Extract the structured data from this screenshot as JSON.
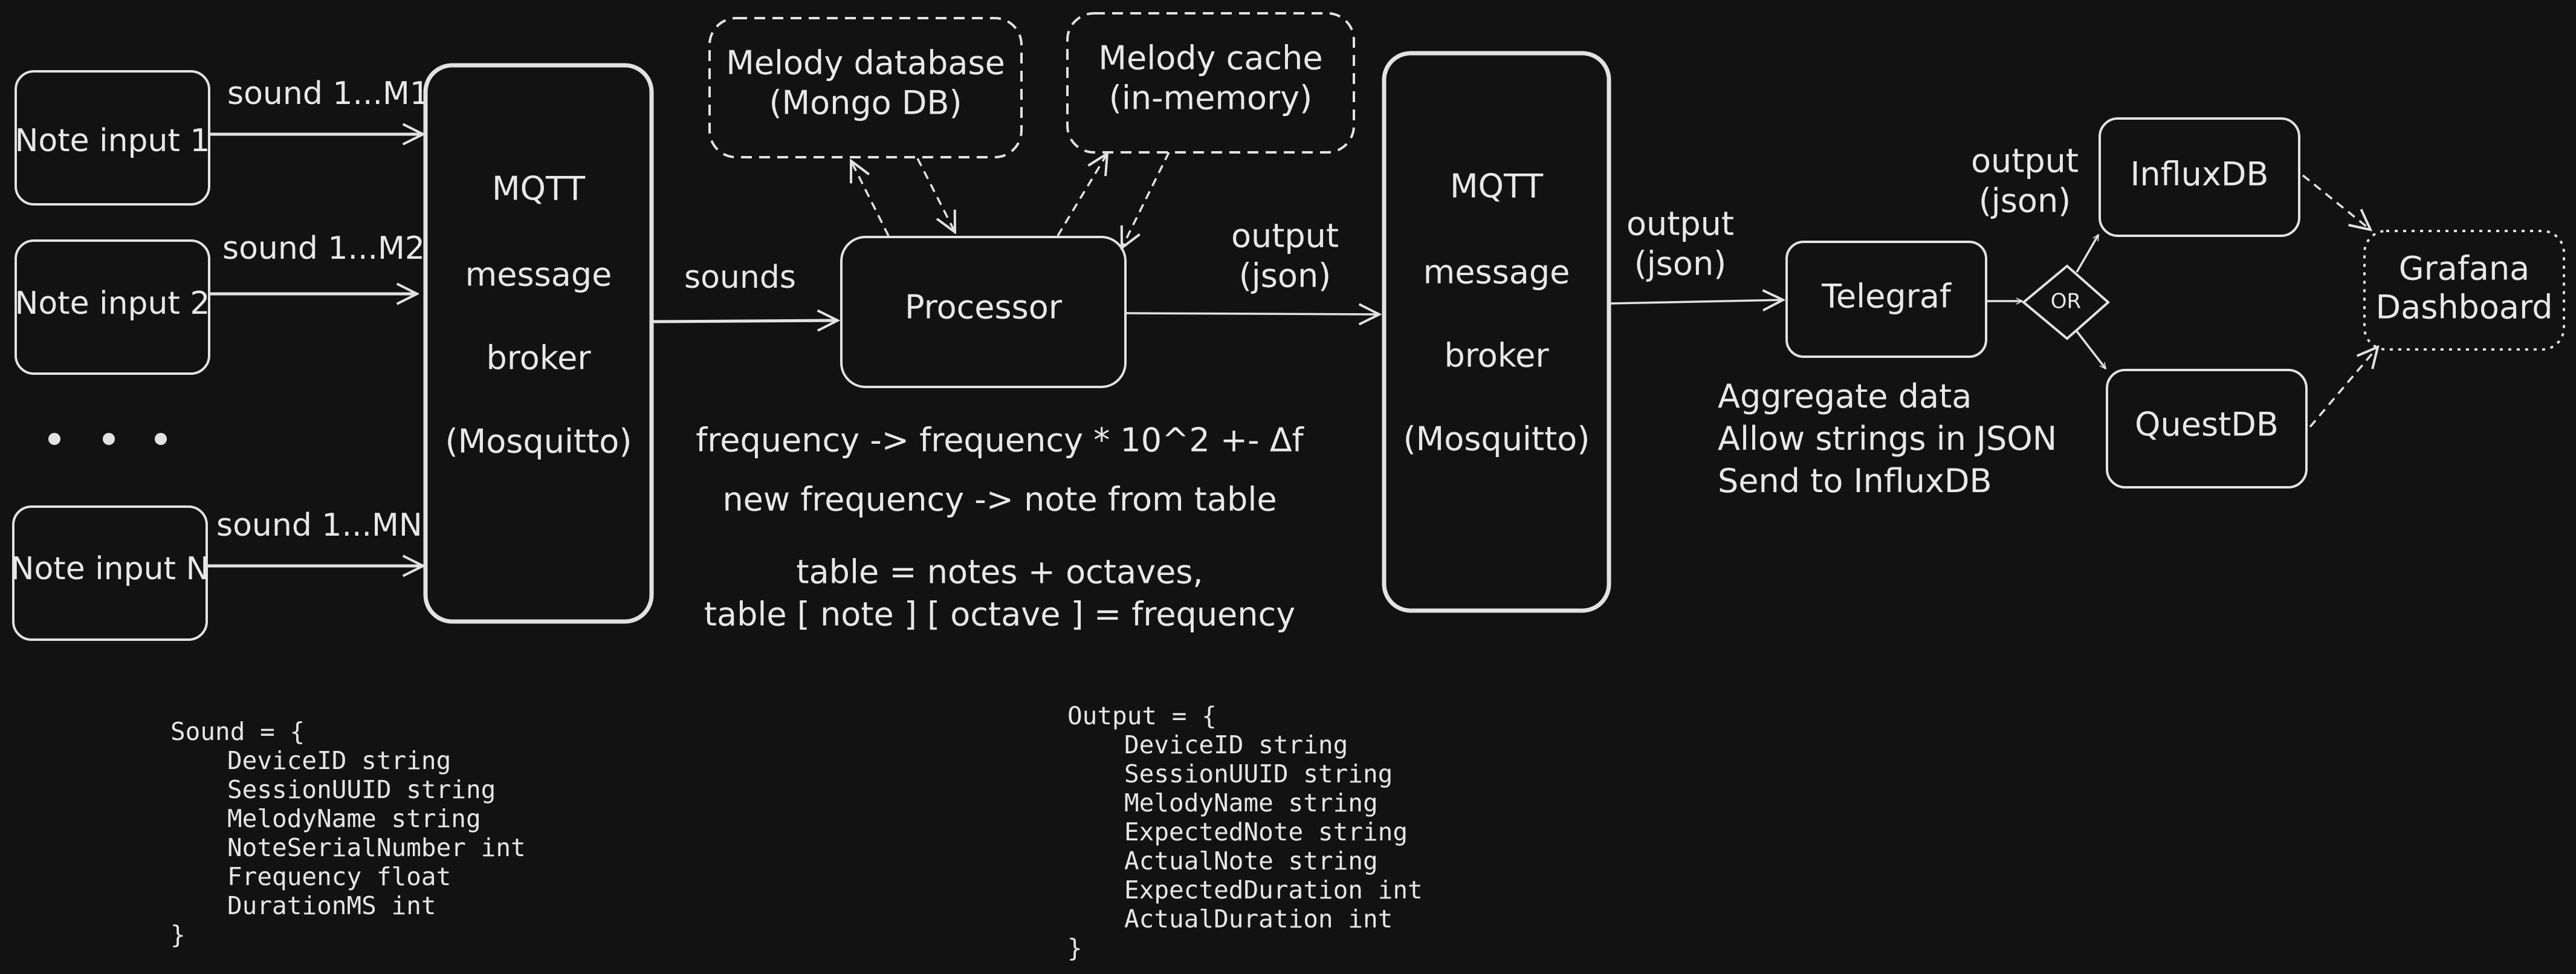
{
  "inputs": [
    {
      "label": "Note input 1",
      "arrow_label": "sound 1...M1"
    },
    {
      "label": "Note input 2",
      "arrow_label": "sound 1...M2"
    },
    {
      "label": "Note input N",
      "arrow_label": "sound 1...MN"
    }
  ],
  "broker_left": [
    "MQTT",
    "message",
    "broker",
    "(Mosquitto)"
  ],
  "broker_right": [
    "MQTT",
    "message",
    "broker",
    "(Mosquitto)"
  ],
  "processor": {
    "label": "Processor",
    "input_label": "sounds",
    "output_label": [
      "output",
      "(json)"
    ],
    "notes": [
      "frequency -> frequency * 10^2 +- Δf",
      "new frequency -> note from table",
      "table = notes + octaves,",
      "table [ note ] [ octave ] = frequency"
    ]
  },
  "melody_database": [
    "Melody database",
    "(Mongo DB)"
  ],
  "melody_cache": [
    "Melody cache",
    "(in-memory)"
  ],
  "telegraf": {
    "label": "Telegraf",
    "input_label": [
      "output",
      "(json)"
    ],
    "notes": [
      "Aggregate data",
      "Allow strings in JSON",
      "Send to InfluxDB"
    ]
  },
  "or_gate": "OR",
  "influxdb": {
    "label": "InfluxDB",
    "input_label": [
      "output",
      "(json)"
    ]
  },
  "questdb": "QuestDB",
  "grafana": [
    "Grafana",
    "Dashboard"
  ],
  "sound_struct": {
    "open": "Sound = {",
    "fields": [
      "DeviceID string",
      "SessionUUID string",
      "MelodyName string",
      "NoteSerialNumber int",
      "Frequency float",
      "DurationMS int"
    ],
    "close": "}"
  },
  "output_struct": {
    "open": "Output = {",
    "fields": [
      "DeviceID string",
      "SessionUUID string",
      "MelodyName string",
      "ExpectedNote string",
      "ActualNote string",
      "ExpectedDuration int",
      "ActualDuration int"
    ],
    "close": "}"
  }
}
